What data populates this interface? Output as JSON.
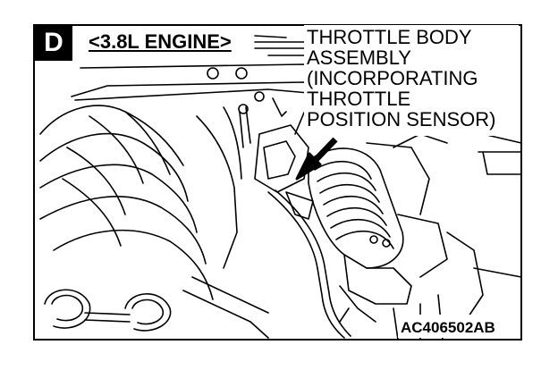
{
  "figure": {
    "badge": "D",
    "engine_label": "<3.8L ENGINE>",
    "callout_lines": [
      "THROTTLE BODY",
      "ASSEMBLY",
      "(INCORPORATING",
      "THROTTLE",
      "POSITION SENSOR)"
    ],
    "figure_code": "AC406502AB"
  },
  "colors": {
    "ink": "#000000",
    "paper": "#ffffff"
  }
}
